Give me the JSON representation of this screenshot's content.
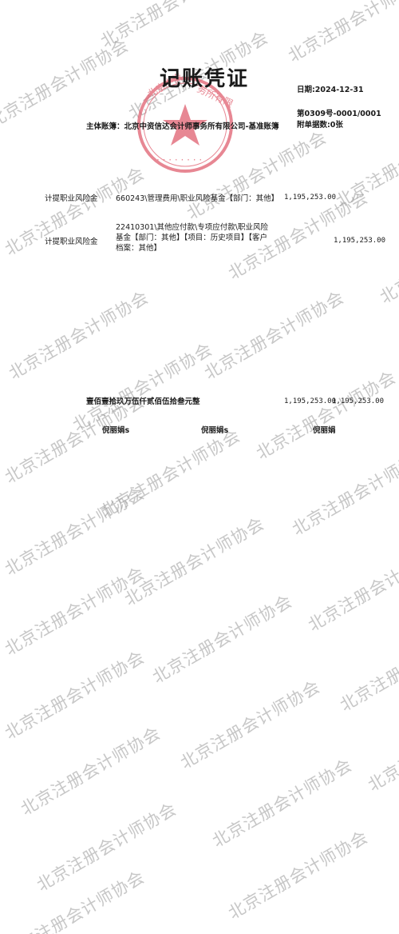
{
  "voucher": {
    "title": "记账凭证",
    "date": "日期:2024-12-31",
    "number": "第0309号-0001/0001",
    "attachments": "附单据数:0张",
    "ledger": "主体账簿：北京中资信达会计师事务所有限公司-基准账簿"
  },
  "entries": [
    {
      "summary": "计提职业风险金",
      "account": "660243\\管理费用\\职业风险基金【部门：其他】",
      "debit": "1,195,253.00",
      "credit": ""
    },
    {
      "summary": "计提职业风险金",
      "account": "22410301\\其他应付款\\专项应付款\\职业风险基金【部门：其他】【项目：历史项目】【客户档案：其他】",
      "debit": "",
      "credit": "1,195,253.00"
    }
  ],
  "totals": {
    "amount_in_words": "壹佰壹拾玖万伍仟贰佰伍拾叁元整",
    "debit": "1,195,253.00",
    "credit": "1,195,253.00"
  },
  "signatures": [
    "倪丽娟s",
    "倪丽娟s",
    "倪丽娟"
  ],
  "watermark": "北京注册会计师协会",
  "stamp": {
    "color": "#e06070"
  }
}
